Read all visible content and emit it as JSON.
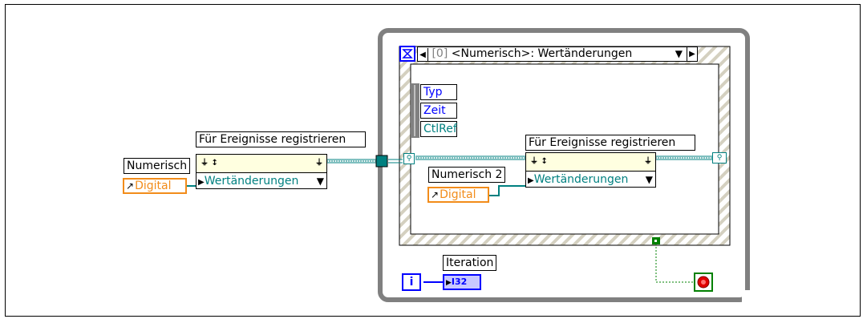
{
  "outer_node": {
    "label": "Für Ereignisse registrieren",
    "event": "Wertänderungen"
  },
  "numeric_control": {
    "label": "Numerisch",
    "terminal_text": "Digital"
  },
  "event_structure": {
    "case_index": "[0]",
    "case_name": "<Numerisch>: Wertänderungen",
    "event_data": [
      "Typ",
      "Zeit",
      "CtlRef"
    ]
  },
  "inner_node": {
    "label": "Für Ereignisse registrieren",
    "event": "Wertänderungen"
  },
  "numeric_control_2": {
    "label": "Numerisch 2",
    "terminal_text": "Digital"
  },
  "iteration": {
    "label": "Iteration",
    "terminal_text": "I32",
    "index_symbol": "i"
  },
  "colors": {
    "wire_teal": "#008080",
    "orange": "#f28c1a",
    "loop_gray": "#808080",
    "blue": "#0000ff",
    "stop_red": "#e00000",
    "stop_green": "#008000"
  }
}
